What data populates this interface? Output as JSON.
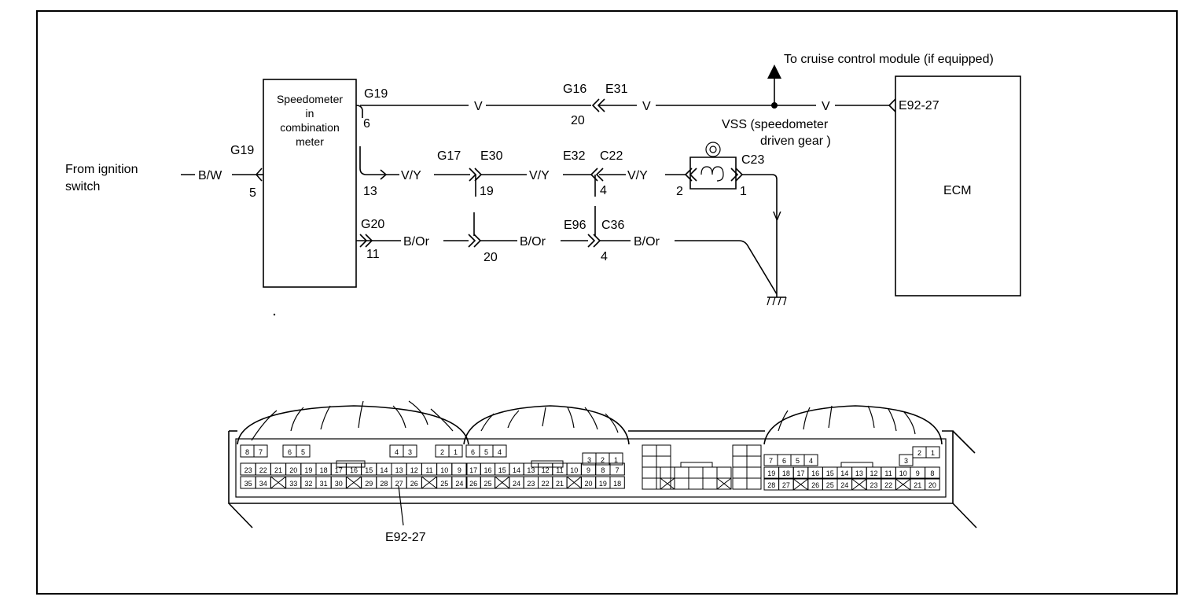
{
  "blocks": {
    "speedometer": [
      "Speedometer",
      "in",
      "combination",
      "meter"
    ],
    "ecm": "ECM"
  },
  "labels": {
    "from_ignition": [
      "From ignition",
      "switch"
    ],
    "cruise": "To cruise control module (if equipped)",
    "vss": [
      "VSS (speedometer",
      "driven gear )"
    ],
    "ecm_terminal": "E92-27",
    "connector_callout": "E92-27"
  },
  "wires": {
    "bw": "B/W",
    "v": "V",
    "vy": "V/Y",
    "bor": "B/Or"
  },
  "connectors": {
    "g19_in": "G19",
    "g19_in_pin": "5",
    "g19_out": "G19",
    "g19_out_pin": "6",
    "g16": "G16",
    "e31": "E31",
    "g16_pin": "20",
    "pin13": "13",
    "g17": "G17",
    "e30": "E30",
    "e30_pin": "19",
    "e32": "E32",
    "c22": "C22",
    "c22_pin": "4",
    "c23": "C23",
    "c23_pin2": "2",
    "c23_pin1": "1",
    "g20": "G20",
    "g20_pin": "11",
    "pin20": "20",
    "e96": "E96",
    "c36": "C36",
    "c36_pin": "4"
  },
  "ecm_connector_pins": {
    "a_top": [
      [
        "8",
        "7"
      ],
      [
        "6",
        "5"
      ],
      [
        "4",
        "3"
      ],
      [
        "2",
        "1"
      ]
    ],
    "a_mid": [
      "23",
      "22",
      "21",
      "20",
      "19",
      "18",
      "17",
      "16",
      "15",
      "14",
      "13",
      "12",
      "11",
      "10",
      "9"
    ],
    "a_bot": [
      "35",
      "34",
      "",
      "33",
      "32",
      "31",
      "30",
      "",
      "29",
      "28",
      "27",
      "26",
      "",
      "25",
      "24"
    ],
    "b_top": [
      "6",
      "5",
      "4",
      "3",
      "2",
      "1"
    ],
    "b_mid": [
      "17",
      "16",
      "15",
      "14",
      "13",
      "12",
      "11",
      "10",
      "9",
      "8",
      "7"
    ],
    "b_bot": [
      "26",
      "25",
      "",
      "24",
      "23",
      "22",
      "21",
      "",
      "20",
      "19",
      "18"
    ],
    "c_top": [
      "7",
      "6",
      "5",
      "4",
      "3",
      "2",
      "1"
    ],
    "c_mid": [
      "19",
      "18",
      "17",
      "16",
      "15",
      "14",
      "13",
      "12",
      "11",
      "10",
      "9",
      "8"
    ],
    "c_bot": [
      "28",
      "27",
      "",
      "26",
      "25",
      "24",
      "",
      "23",
      "22",
      "",
      "21",
      "20"
    ]
  }
}
